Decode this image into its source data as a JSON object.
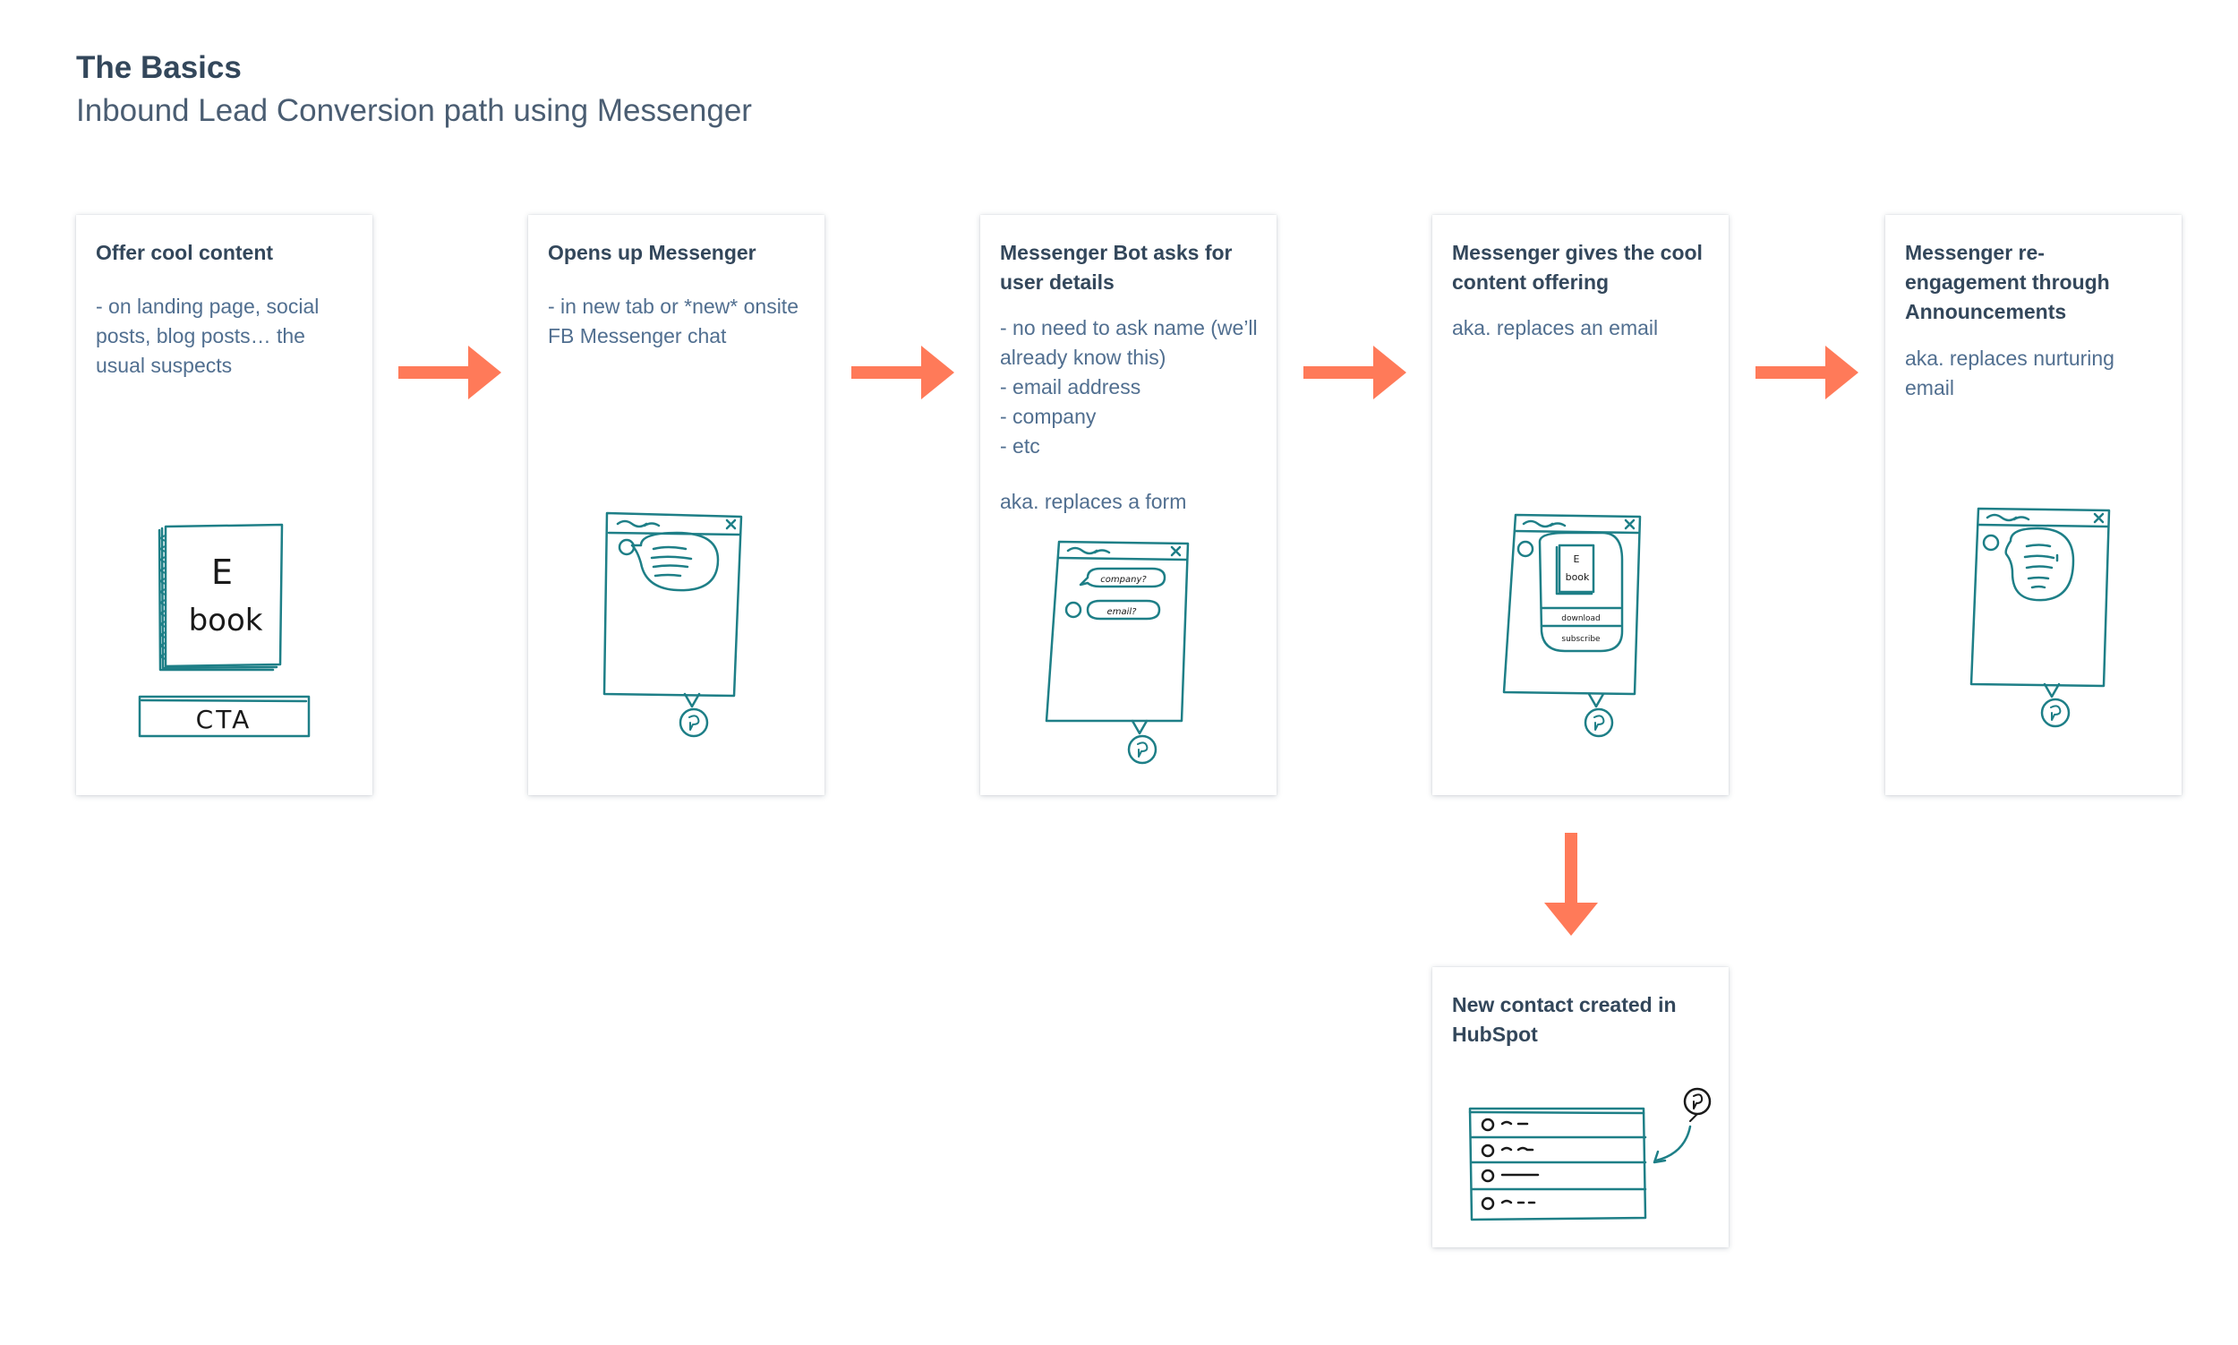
{
  "header": {
    "title": "The Basics",
    "subtitle": "Inbound Lead Conversion path using Messenger"
  },
  "colors": {
    "arrow": "#ff7a59",
    "sketch": "#1e7f87",
    "heading": "#33475b",
    "body": "#516f90"
  },
  "steps": [
    {
      "heading": "Offer cool content",
      "lines": [
        "- on landing page, social posts, blog posts… the usual suspects"
      ],
      "sketch": {
        "icon": "ebook-cta-sketch",
        "ebook_line1": "E",
        "ebook_line2": "book",
        "cta": "CTA"
      }
    },
    {
      "heading": "Opens up Messenger",
      "lines": [
        "- in new tab or *new* onsite FB Messenger chat"
      ],
      "sketch": {
        "icon": "messenger-window-sketch"
      }
    },
    {
      "heading": "Messenger Bot asks for user details",
      "lines": [
        "- no need to ask name (we’ll already know this)",
        "- email address",
        "- company",
        "- etc"
      ],
      "note": "aka. replaces a form",
      "sketch": {
        "icon": "messenger-bot-form-sketch",
        "bubble1": "company?",
        "bubble2": "email?"
      }
    },
    {
      "heading": "Messenger gives the cool content offering",
      "note": "aka. replaces an email",
      "sketch": {
        "icon": "messenger-content-offer-sketch",
        "ebook_line1": "E",
        "ebook_line2": "book",
        "button1": "download",
        "button2": "subscribe"
      }
    },
    {
      "heading": "Messenger re-engagement through Announcements",
      "note": "aka. replaces nurturing email",
      "sketch": {
        "icon": "messenger-announcement-sketch"
      }
    }
  ],
  "result": {
    "heading": "New contact created in HubSpot",
    "sketch": {
      "icon": "hubspot-contacts-list-sketch"
    }
  }
}
